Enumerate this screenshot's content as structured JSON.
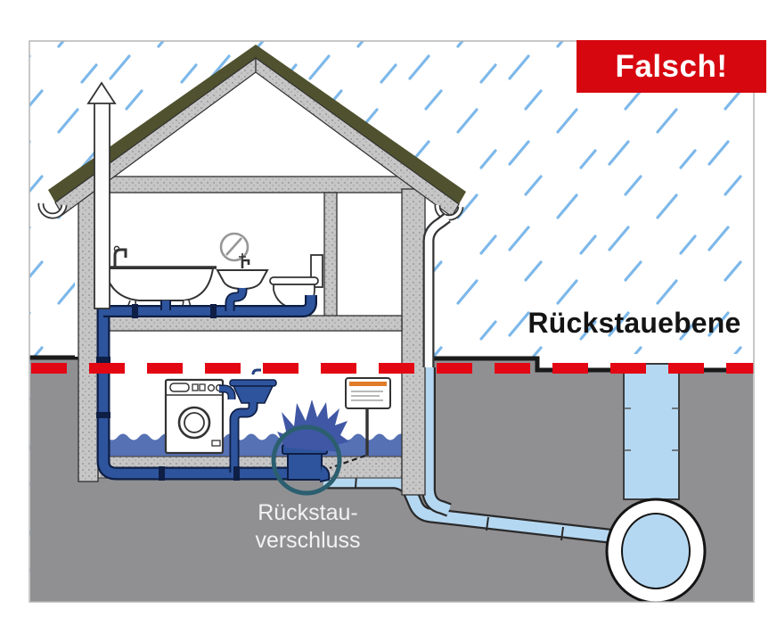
{
  "diagram": {
    "warning_badge": "Falsch!",
    "labels": {
      "backflow_level": "Rückstauebene",
      "backflow_valve_line1": "Rückstau-",
      "backflow_valve_line2": "verschluss"
    },
    "colors": {
      "warning_red": "#d6070f",
      "dashed_line_red": "#e30613",
      "sewage_pipe_blue": "#2e549d",
      "flood_water_blue": "#5671b4",
      "clean_water_blue": "#b5d8f2",
      "rain_blue": "#7db8ea",
      "ground_gray": "#909093",
      "roof_olive": "#50522f",
      "highlight_teal": "#2b5f70"
    },
    "icons": [
      "vent-arrow-icon",
      "gutter-icon",
      "mirror-icon",
      "backflow-valve-icon"
    ]
  }
}
